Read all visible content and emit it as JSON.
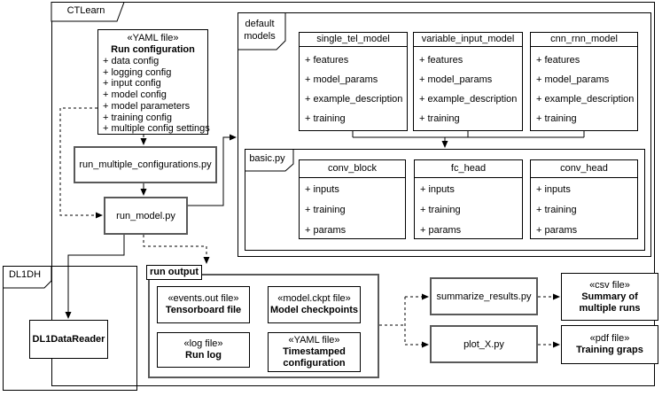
{
  "packages": {
    "ctlearn": {
      "label": "CTLearn"
    },
    "default_models": {
      "line1": "default",
      "line2": "models"
    },
    "basic_py": {
      "label": "basic.py"
    },
    "dl1dh": {
      "label": "DL1DH"
    },
    "run_output": {
      "label": "run output"
    }
  },
  "classes": {
    "run_configuration": {
      "stereotype": "«YAML file»",
      "name": "Run configuration",
      "attrs": [
        "+ data config",
        "+ logging config",
        "+ input config",
        "+ model config",
        "+ model parameters",
        "+ training config",
        "+ multiple config settings"
      ]
    },
    "single_tel_model": {
      "name": "single_tel_model",
      "attrs": [
        "+ features",
        "+ model_params",
        "+ example_description",
        "+ training"
      ]
    },
    "variable_input_model": {
      "name": "variable_input_model",
      "attrs": [
        "+ features",
        "+ model_params",
        "+ example_description",
        "+ training"
      ]
    },
    "cnn_rnn_model": {
      "name": "cnn_rnn_model",
      "attrs": [
        "+ features",
        "+ model_params",
        "+ example_description",
        "+ training"
      ]
    },
    "conv_block": {
      "name": "conv_block",
      "attrs": [
        "+ inputs",
        "+ training",
        "+ params"
      ]
    },
    "fc_head": {
      "name": "fc_head",
      "attrs": [
        "+ inputs",
        "+ training",
        "+ params"
      ]
    },
    "conv_head": {
      "name": "conv_head",
      "attrs": [
        "+ inputs",
        "+ training",
        "+ params"
      ]
    },
    "dl1_data_reader": {
      "name": "DL1DataReader"
    }
  },
  "scripts": {
    "run_multiple_configurations": {
      "name": "run_multiple_configurations.py"
    },
    "run_model": {
      "name": "run_model.py"
    },
    "summarize_results": {
      "name": "summarize_results.py"
    },
    "plot_x": {
      "name": "plot_X.py"
    }
  },
  "files": {
    "tensorboard": {
      "stereotype": "«events.out file»",
      "name": "Tensorboard file"
    },
    "checkpoints": {
      "stereotype": "«model.ckpt file»",
      "name": "Model checkpoints"
    },
    "run_log": {
      "stereotype": "«log file»",
      "name": "Run log"
    },
    "timestamped_config": {
      "stereotype": "«YAML file»",
      "name": "Timestamped configuration"
    },
    "csv_summary": {
      "stereotype": "«csv file»",
      "name": "Summary of multiple runs"
    },
    "pdf_graphs": {
      "stereotype": "«pdf file»",
      "name": "Training graps"
    }
  },
  "colors": {
    "line": "#000000",
    "script_border": "#595959",
    "background": "#ffffff"
  }
}
